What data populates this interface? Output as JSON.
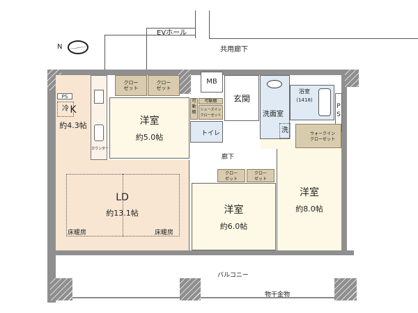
{
  "labels": {
    "ev_hall": "EVホール",
    "common_corridor": "共用廊下",
    "compass": "N",
    "mb": "MB",
    "entrance": "玄関",
    "washroom": "洗面室",
    "washer": "洗",
    "bathroom": "浴室",
    "bathroom_size": "(1418)",
    "ps_right": "PS",
    "ps_left": "PS",
    "fridge": "冷",
    "walk_in_closet": "ウォークイン\nクローゼット",
    "shoes_in_closet": "シューズイン\nクローゼット",
    "movable_shelf_top": "可動棚",
    "movable_shelf_side": "可動棚",
    "toilet": "トイレ",
    "hallway": "廊下",
    "closet": "クロー\nゼット",
    "counter": "カウンター",
    "floor_heating": "床暖房",
    "balcony": "バルコニー",
    "drying_hardware": "物干金物"
  },
  "rooms": {
    "kitchen": {
      "name": "K",
      "area": "約4.3帖"
    },
    "western_5": {
      "name": "洋室",
      "area": "約5.0帖"
    },
    "ld": {
      "name": "LD",
      "area": "約13.1帖"
    },
    "western_6": {
      "name": "洋室",
      "area": "約6.0帖"
    },
    "western_8": {
      "name": "洋室",
      "area": "約8.0帖"
    }
  },
  "colors": {
    "ldk": "#f8e6d3",
    "western": "#fdf9e6",
    "wet": "#dfeaf5",
    "storage": "#d9ccae",
    "wall": "#8f8f8f"
  }
}
